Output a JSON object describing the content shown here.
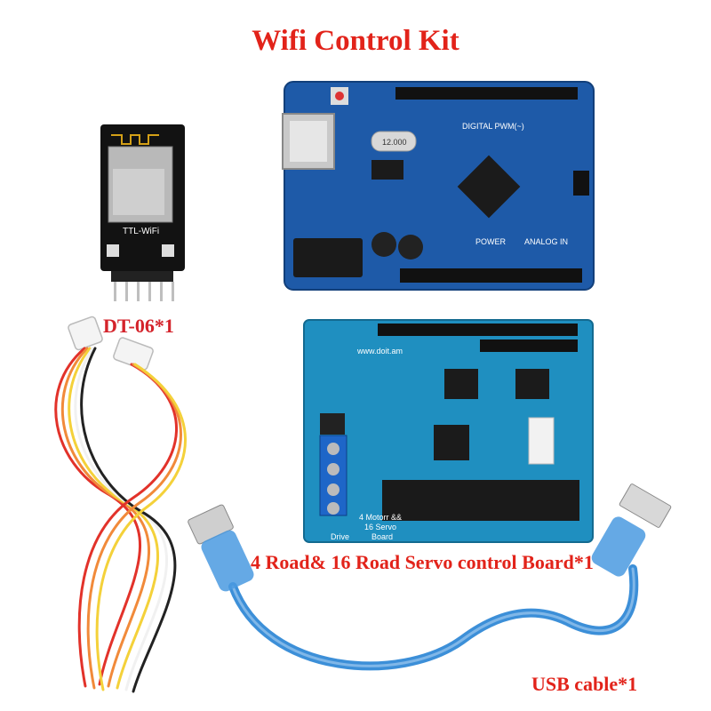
{
  "title": "Wifi Control Kit",
  "colors": {
    "title": "#e2231a",
    "label_module": "#d4232b",
    "label_board": "#e2231a",
    "label_cable": "#e2231a",
    "board_blue": "#1e5aa8",
    "shield_blue": "#1f8fc0",
    "cable_blue": "#3c8fd8"
  },
  "items": [
    {
      "label": "DT-06*1"
    },
    {
      "label": "4 Road& 16 Road Servo control Board*1"
    },
    {
      "label": "USB cable*1"
    }
  ],
  "product": {
    "module_text": "TTL-WiFi",
    "uno_text_digital": "DIGITAL PWM(~)",
    "uno_text_power": "POWER",
    "uno_text_analog": "ANALOG IN",
    "crystal_text": "12.000",
    "shield_brand": "www.doit.am",
    "shield_text_1": "4 Motorr &&",
    "shield_text_2": "16 Servo",
    "shield_text_3": "Board",
    "shield_text_drive": "Drive"
  }
}
